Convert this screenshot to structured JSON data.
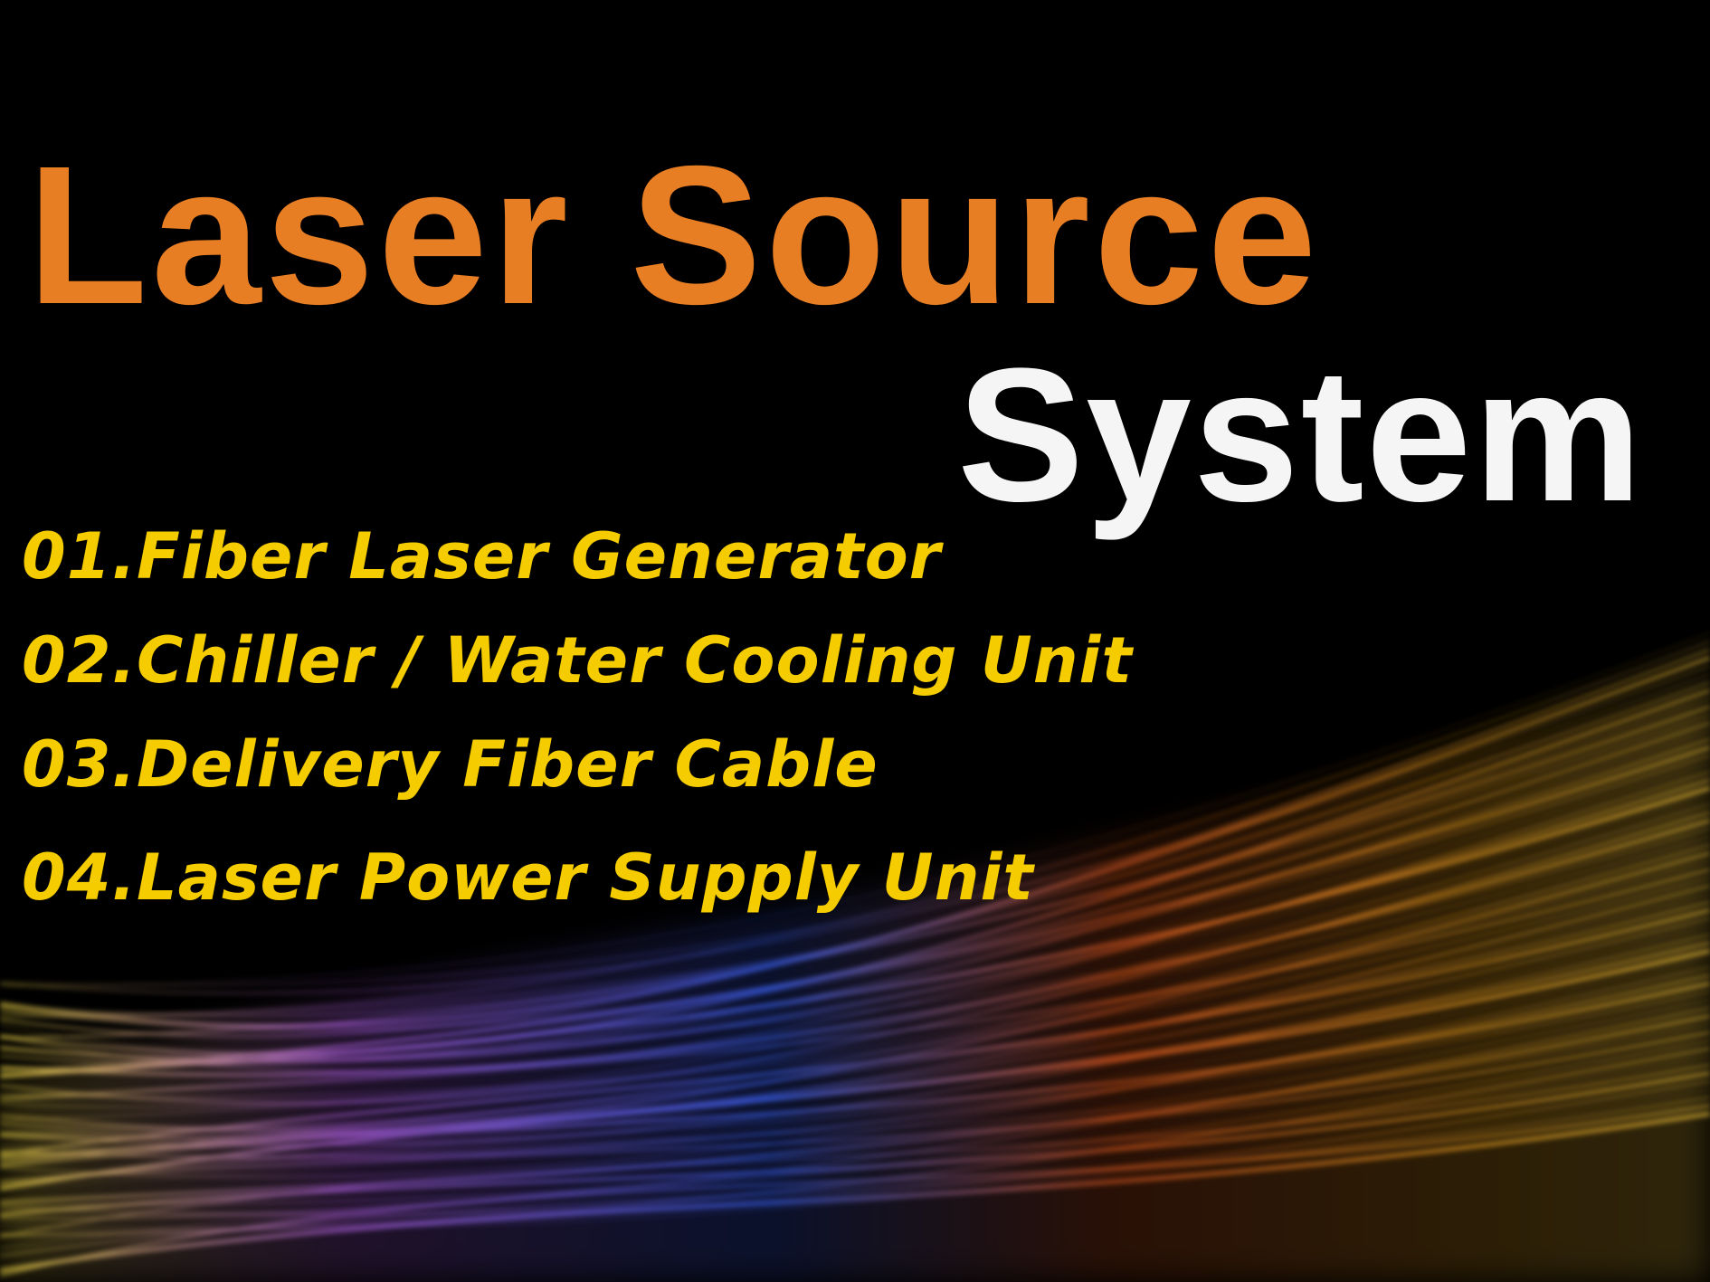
{
  "title": {
    "line1": "Laser Source",
    "line2": "System"
  },
  "items": [
    "01.Fiber Laser Generator",
    "02.Chiller / Water Cooling Unit",
    "03.Delivery Fiber Cable",
    "04.Laser Power Supply Unit"
  ],
  "colors": {
    "title1": "#e87e24",
    "title2": "#f5f5f5",
    "items": "#f5cc00",
    "background": "#000000"
  }
}
